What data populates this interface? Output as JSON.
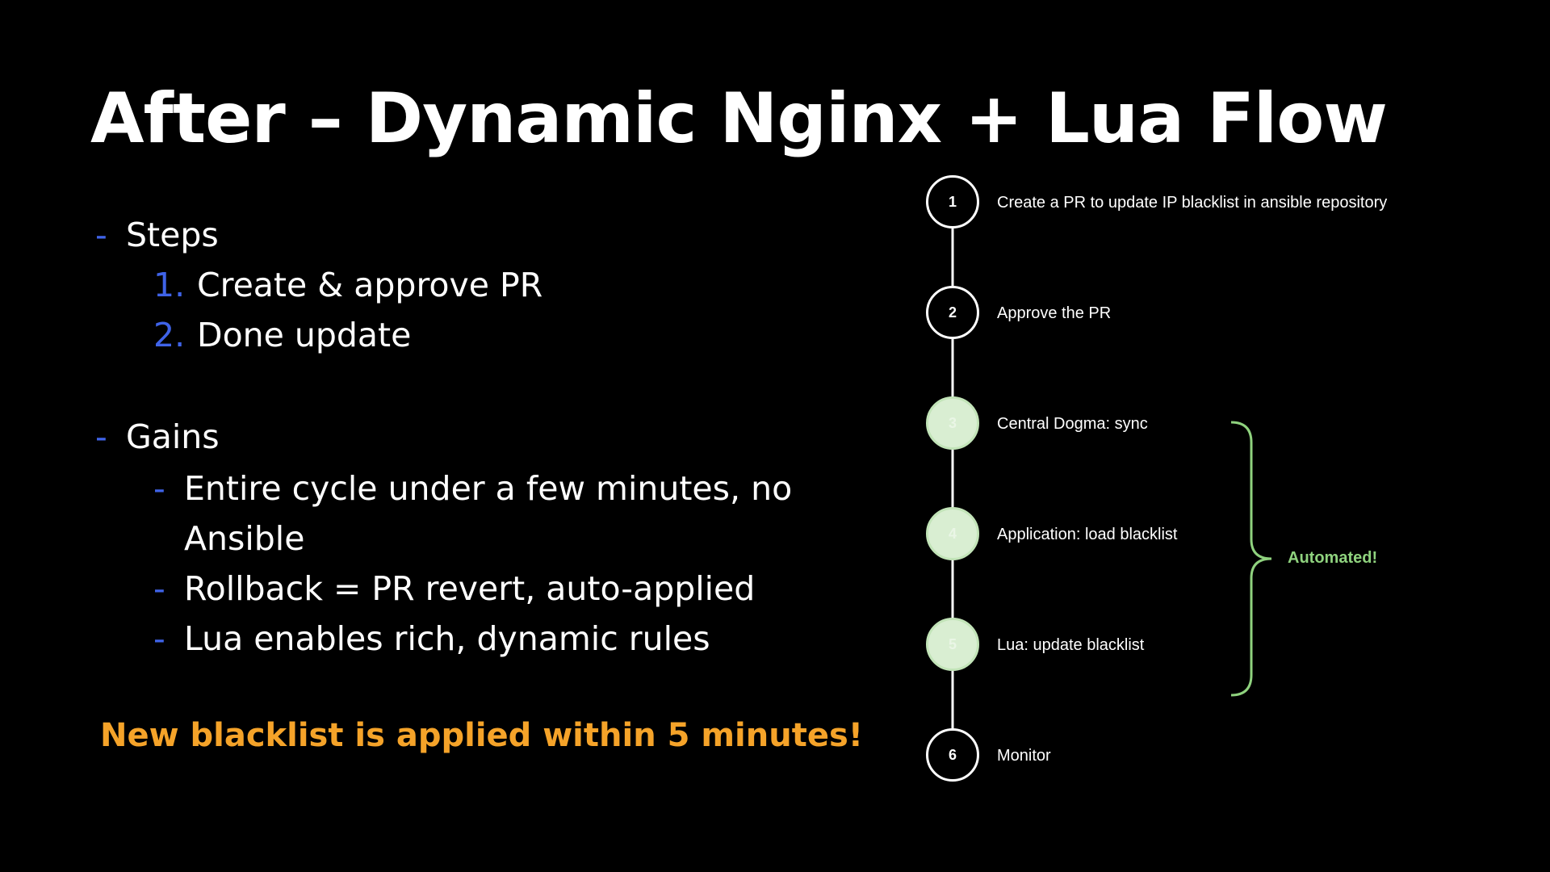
{
  "title": "After – Dynamic Nginx + Lua Flow",
  "colors": {
    "accent_blue": "#3f63e8",
    "callout_orange": "#f5a329",
    "automated_green": "#8fd27e",
    "node_green_fill": "#d9eed2"
  },
  "bullets": {
    "steps": {
      "marker": "-",
      "label": "Steps",
      "items": [
        {
          "marker": "1.",
          "text": "Create & approve PR"
        },
        {
          "marker": "2.",
          "text": "Done update"
        }
      ]
    },
    "gains": {
      "marker": "-",
      "label": "Gains",
      "items": [
        {
          "marker": "-",
          "text": "Entire cycle under a few minutes, no Ansible"
        },
        {
          "marker": "-",
          "text": "Rollback = PR revert, auto-applied"
        },
        {
          "marker": "-",
          "text": "Lua enables rich, dynamic rules"
        }
      ]
    }
  },
  "callout": "New blacklist is applied within 5 minutes!",
  "flow": {
    "steps": [
      {
        "number": "1",
        "label": "Create a PR to update IP blacklist in ansible repository",
        "automated": false
      },
      {
        "number": "2",
        "label": "Approve the PR",
        "automated": false
      },
      {
        "number": "3",
        "label": "Central Dogma: sync",
        "automated": true
      },
      {
        "number": "4",
        "label": "Application: load blacklist",
        "automated": true
      },
      {
        "number": "5",
        "label": "Lua: update blacklist",
        "automated": true
      },
      {
        "number": "6",
        "label": "Monitor",
        "automated": false
      }
    ],
    "automated_label": "Automated!"
  }
}
